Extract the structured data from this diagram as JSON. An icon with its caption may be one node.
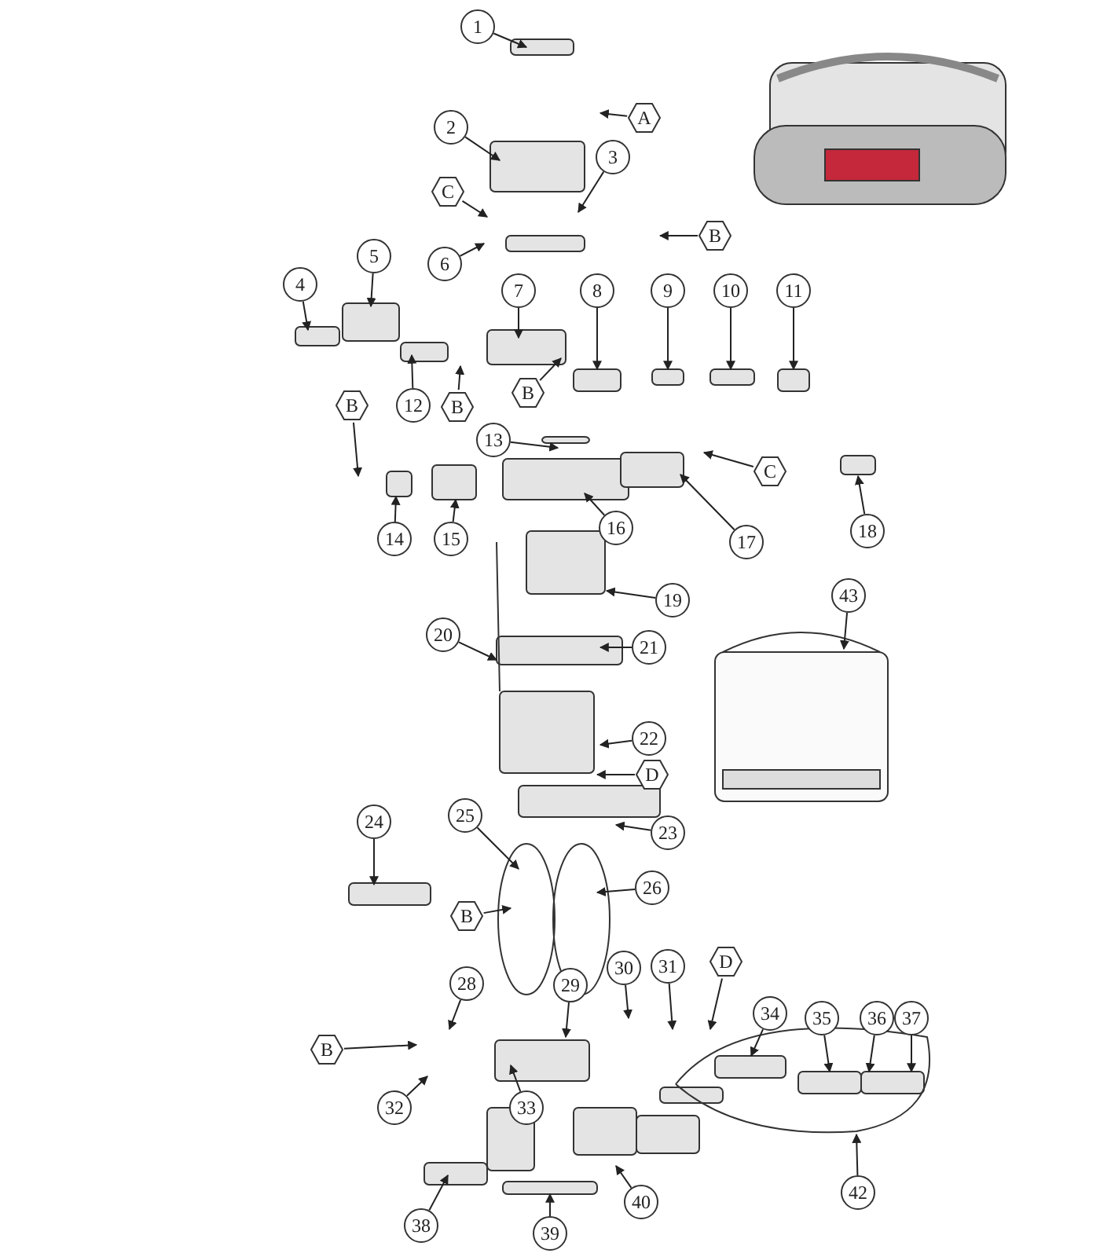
{
  "diagram": {
    "nodes": [
      {
        "text": [
          "1"
        ]
      },
      {
        "text": [
          "A"
        ]
      },
      {
        "text": [
          "2"
        ]
      },
      {
        "text": [
          "C"
        ]
      },
      {
        "text": [
          "3"
        ]
      },
      {
        "text": [
          "B"
        ]
      },
      {
        "text": [
          "6"
        ]
      },
      {
        "text": [
          "5"
        ]
      },
      {
        "text": [
          "7"
        ]
      },
      {
        "text": [
          "4"
        ]
      },
      {
        "text": [
          "8"
        ]
      },
      {
        "text": [
          "9"
        ]
      },
      {
        "text": [
          "10"
        ]
      },
      {
        "text": [
          "11"
        ]
      },
      {
        "text": [
          "12"
        ]
      },
      {
        "text": [
          "B"
        ]
      },
      {
        "text": [
          "B"
        ]
      },
      {
        "text": [
          "B"
        ]
      },
      {
        "text": [
          "C"
        ]
      },
      {
        "text": [
          "13"
        ]
      },
      {
        "text": [
          "14"
        ]
      },
      {
        "text": [
          "15"
        ]
      },
      {
        "text": [
          "16"
        ]
      },
      {
        "text": [
          "17"
        ]
      },
      {
        "text": [
          "18"
        ]
      },
      {
        "text": [
          "19"
        ]
      },
      {
        "text": [
          "43"
        ]
      },
      {
        "text": [
          "20"
        ]
      },
      {
        "text": [
          "21"
        ]
      },
      {
        "text": [
          "22"
        ]
      },
      {
        "text": [
          "D"
        ]
      },
      {
        "text": [
          "23"
        ]
      },
      {
        "text": [
          "24"
        ]
      },
      {
        "text": [
          "25"
        ]
      },
      {
        "text": [
          "26"
        ]
      },
      {
        "text": [
          "B"
        ]
      },
      {
        "text": [
          "30"
        ]
      },
      {
        "text": [
          "31"
        ]
      },
      {
        "text": [
          "D"
        ]
      },
      {
        "text": [
          "28"
        ]
      },
      {
        "text": [
          "29"
        ]
      },
      {
        "text": [
          "B"
        ]
      },
      {
        "text": [
          "34"
        ]
      },
      {
        "text": [
          "35"
        ]
      },
      {
        "text": [
          "36"
        ]
      },
      {
        "text": [
          "37"
        ]
      },
      {
        "text": [
          "32"
        ]
      },
      {
        "text": [
          "33"
        ]
      },
      {
        "text": [
          "42"
        ]
      },
      {
        "text": [
          "38"
        ]
      },
      {
        "text": [
          "39"
        ]
      },
      {
        "text": [
          "40"
        ]
      }
    ],
    "edges": [
      {
        "from": 0,
        "to": null,
        "arrow": "to"
      },
      {
        "from": 1,
        "to": null,
        "arrow": "to"
      },
      {
        "from": 2,
        "to": null,
        "arrow": "to"
      },
      {
        "from": 3,
        "to": null,
        "arrow": "to"
      },
      {
        "from": 4,
        "to": null,
        "arrow": "to"
      },
      {
        "from": 5,
        "to": null,
        "arrow": "to"
      },
      {
        "from": 6,
        "to": null,
        "arrow": "to"
      },
      {
        "from": 7,
        "to": null,
        "arrow": "to"
      },
      {
        "from": 8,
        "to": null,
        "arrow": "to"
      },
      {
        "from": 9,
        "to": null,
        "arrow": "to"
      },
      {
        "from": 10,
        "to": null,
        "arrow": "to"
      },
      {
        "from": 11,
        "to": null,
        "arrow": "to"
      },
      {
        "from": 12,
        "to": null,
        "arrow": "to"
      },
      {
        "from": 13,
        "to": null,
        "arrow": "to"
      },
      {
        "from": 14,
        "to": null,
        "arrow": "to"
      },
      {
        "from": 15,
        "to": null,
        "arrow": "to"
      },
      {
        "from": 16,
        "to": null,
        "arrow": "to"
      },
      {
        "from": 17,
        "to": null,
        "arrow": "to"
      },
      {
        "from": 18,
        "to": null,
        "arrow": "to"
      },
      {
        "from": 19,
        "to": null,
        "arrow": "to"
      },
      {
        "from": 20,
        "to": null,
        "arrow": "to"
      },
      {
        "from": 21,
        "to": null,
        "arrow": "to"
      },
      {
        "from": 22,
        "to": null,
        "arrow": "to"
      },
      {
        "from": 23,
        "to": null,
        "arrow": "to"
      },
      {
        "from": 24,
        "to": null,
        "arrow": "to"
      },
      {
        "from": 25,
        "to": null,
        "arrow": "to"
      },
      {
        "from": 26,
        "to": null,
        "arrow": "to"
      },
      {
        "from": 27,
        "to": null,
        "arrow": "to"
      },
      {
        "from": 28,
        "to": null,
        "arrow": "to"
      },
      {
        "from": 29,
        "to": null,
        "arrow": "to"
      },
      {
        "from": 30,
        "to": null,
        "arrow": "to"
      },
      {
        "from": 31,
        "to": null,
        "arrow": "to"
      },
      {
        "from": 32,
        "to": null,
        "arrow": "to"
      },
      {
        "from": 33,
        "to": null,
        "arrow": "to"
      },
      {
        "from": 34,
        "to": null,
        "arrow": "to"
      },
      {
        "from": 35,
        "to": null,
        "arrow": "to"
      },
      {
        "from": 36,
        "to": null,
        "arrow": "to"
      },
      {
        "from": 37,
        "to": null,
        "arrow": "to"
      },
      {
        "from": 38,
        "to": null,
        "arrow": "to"
      },
      {
        "from": 39,
        "to": null,
        "arrow": "to"
      },
      {
        "from": 40,
        "to": null,
        "arrow": "to"
      },
      {
        "from": 41,
        "to": null,
        "arrow": "to"
      },
      {
        "from": 42,
        "to": null,
        "arrow": "to"
      },
      {
        "from": 43,
        "to": null,
        "arrow": "to"
      },
      {
        "from": 44,
        "to": null,
        "arrow": "to"
      },
      {
        "from": 45,
        "to": null,
        "arrow": "to"
      },
      {
        "from": 46,
        "to": null,
        "arrow": "to"
      },
      {
        "from": 47,
        "to": null,
        "arrow": "to"
      },
      {
        "from": 48,
        "to": null,
        "arrow": "to"
      },
      {
        "from": 49,
        "to": null,
        "arrow": "to"
      },
      {
        "from": 50,
        "to": null,
        "arrow": "to"
      },
      {
        "from": 51,
        "to": null,
        "arrow": "to"
      }
    ]
  }
}
